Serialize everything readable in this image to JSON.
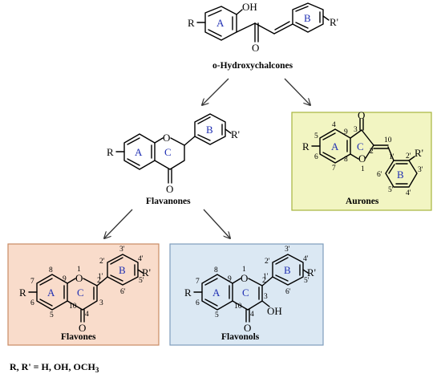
{
  "compounds": {
    "chalcone": {
      "name": "o-Hydroxychalcones",
      "sub_r": "R",
      "sub_r2": "R'",
      "hydroxyl": "OH",
      "ring_a": "A",
      "ring_b": "B"
    },
    "flavanone": {
      "name": "Flavanones",
      "sub_r": "R",
      "sub_r2": "R'",
      "ring_a": "A",
      "ring_b": "B",
      "ring_c": "C",
      "o1": "O",
      "o4": "O"
    },
    "aurone": {
      "name": "Aurones",
      "sub_r": "R",
      "sub_r2": "R'",
      "ring_a": "A",
      "ring_b": "B",
      "ring_c": "C",
      "o1": "O",
      "o3": "O"
    },
    "flavone": {
      "name": "Flavones",
      "sub_r": "R",
      "sub_r2": "R'",
      "ring_a": "A",
      "ring_b": "B",
      "ring_c": "C",
      "o1": "O",
      "o4": "O"
    },
    "flavonol": {
      "name": "Flavonols",
      "sub_r": "R",
      "sub_r2": "R'",
      "ring_a": "A",
      "ring_b": "B",
      "ring_c": "C",
      "o1": "O",
      "o4": "O",
      "hydroxyl": "OH"
    }
  },
  "numbering": {
    "aurone": [
      "4",
      "5",
      "6",
      "7",
      "8",
      "9",
      "1",
      "2",
      "3",
      "10",
      "1'",
      "2'",
      "3'",
      "4'",
      "5'",
      "6'"
    ],
    "flavone": [
      "1",
      "2",
      "3",
      "4",
      "5",
      "6",
      "7",
      "8",
      "9",
      "10",
      "1'",
      "2'",
      "3'",
      "4'",
      "5'",
      "6'"
    ],
    "flavonol": [
      "1",
      "2",
      "3",
      "4",
      "5",
      "6",
      "7",
      "8",
      "9",
      "10",
      "1'",
      "2'",
      "3'",
      "4'",
      "5'",
      "6'"
    ]
  },
  "footnote": "R, R' = H, OH, OCH",
  "footnote_sub": "3",
  "colors": {
    "aurone_box_fill": "#f2f5c2",
    "aurone_box_stroke": "#a7b43c",
    "flavone_box_fill": "#f9dccb",
    "flavone_box_stroke": "#c98a63",
    "flavonol_box_fill": "#dbe8f3",
    "flavonol_box_stroke": "#7e9dbc",
    "ring_label": "#1f2fb3"
  }
}
